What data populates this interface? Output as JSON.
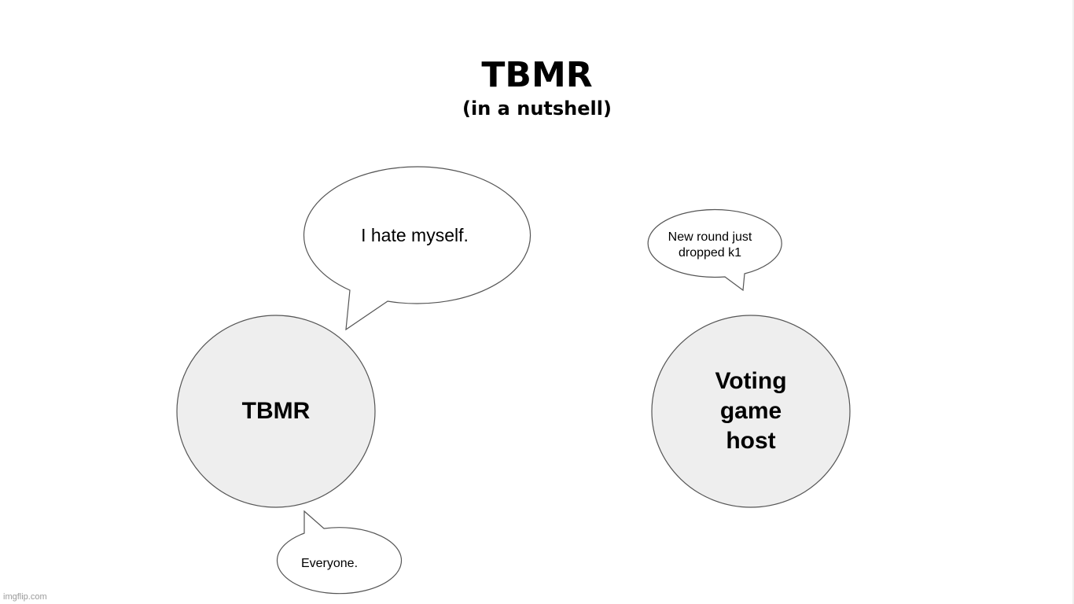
{
  "title": "TBMR",
  "subtitle": "(in a nutshell)",
  "colors": {
    "node_fill": "#eeeeee",
    "bubble_fill": "#ffffff",
    "stroke": "#555555",
    "text": "#000000",
    "watermark": "#9a9a9a"
  },
  "nodes": {
    "tbmr": {
      "label": "TBMR"
    },
    "host": {
      "label": "Voting game host"
    }
  },
  "bubbles": {
    "tbmr_top": {
      "text": "I hate myself."
    },
    "host_top": {
      "text": "New round just dropped k1"
    },
    "tbmr_bottom": {
      "text": "Everyone."
    }
  },
  "watermark": "imgflip.com"
}
